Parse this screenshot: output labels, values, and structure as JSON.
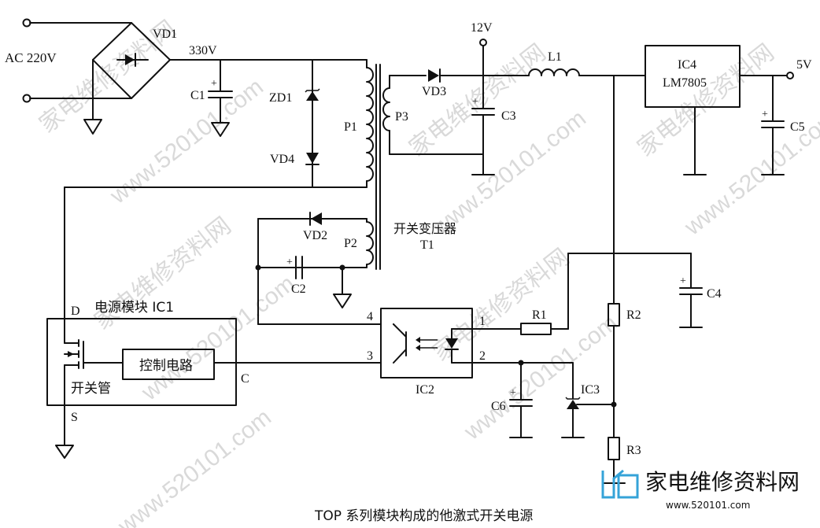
{
  "caption": "TOP 系列模块构成的他激式开关电源",
  "watermark": {
    "site_cn": "家电维修资料网",
    "site_url": "www.520101.com",
    "logo_url": "www.520101.com",
    "logo_color": "#35a3d8"
  },
  "labels": {
    "ac": "AC 220V",
    "vd1": "VD1",
    "v330": "330V",
    "c1": "C1",
    "zd1": "ZD1",
    "vd4": "VD4",
    "p1": "P1",
    "p3": "P3",
    "v12": "12V",
    "vd3": "VD3",
    "c3": "C3",
    "l1": "L1",
    "ic4": "IC4",
    "lm7805": "LM7805",
    "v5": "5V",
    "c5": "C5",
    "vd2": "VD2",
    "p2": "P2",
    "transformer": "开关变压器",
    "t1": "T1",
    "c2": "C2",
    "c4": "C4",
    "r1": "R1",
    "r2": "R2",
    "r3": "R3",
    "pin4": "4",
    "pin1": "1",
    "pin3": "3",
    "pin2": "2",
    "ic2": "IC2",
    "d": "D",
    "s": "S",
    "c_pin": "C",
    "ic1": "电源模块 IC1",
    "control": "控制电路",
    "switch": "开关管",
    "c6": "C6",
    "ic3": "IC3",
    "plus": "+"
  }
}
